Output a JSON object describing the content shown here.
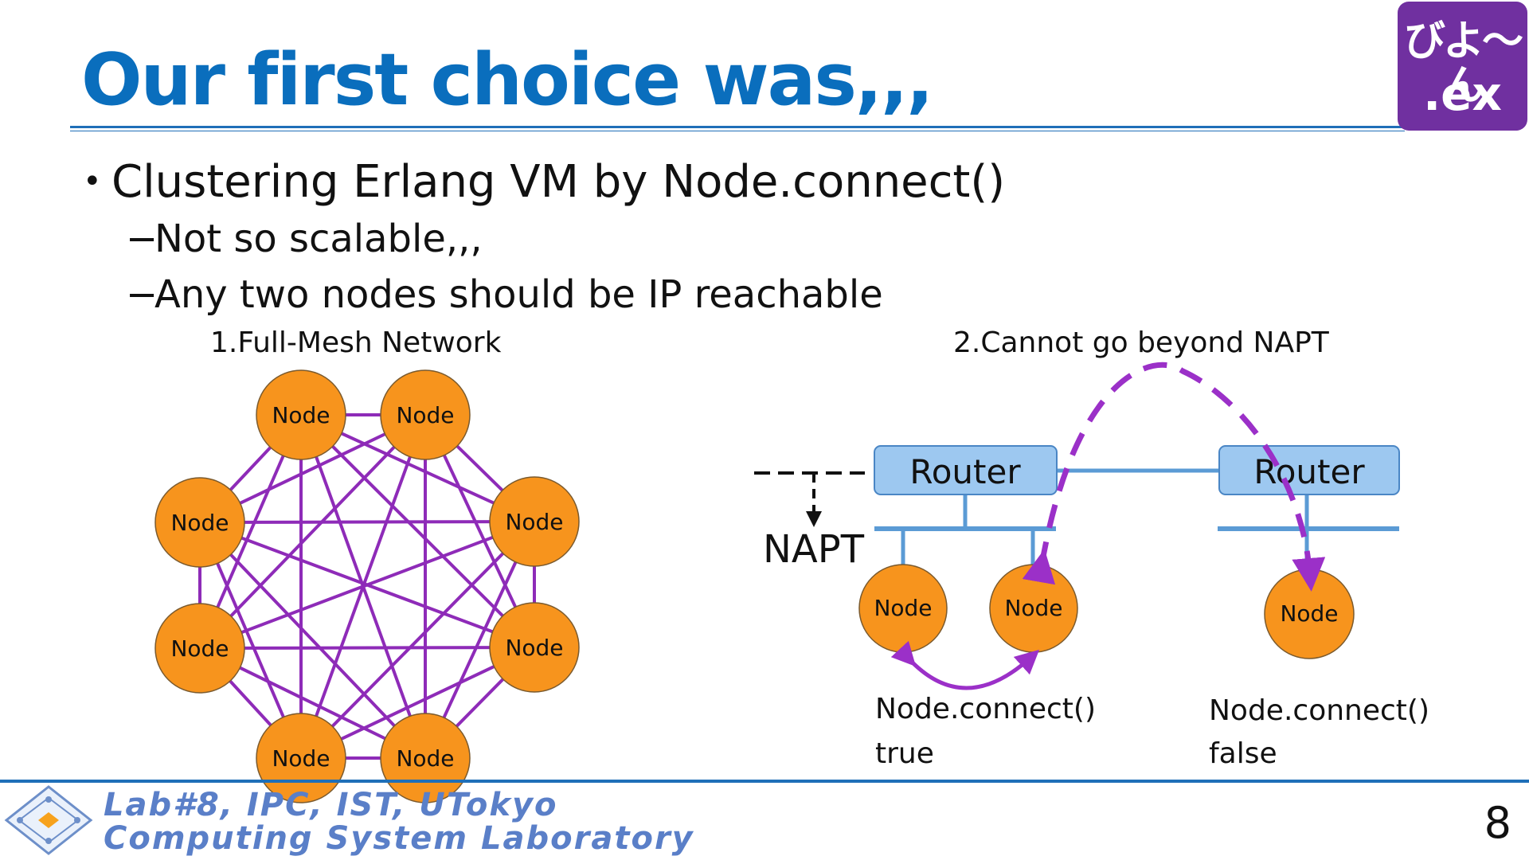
{
  "title": "Our first choice was,,,",
  "logo": {
    "line1": "びよ〜ん",
    "line2": ".ex"
  },
  "bullet": "Clustering Erlang VM by Node.connect()",
  "subbullets": [
    "Not so scalable,,,",
    "Any two nodes should be IP reachable"
  ],
  "diagram1": {
    "caption": "1.Full-Mesh Network",
    "node_label": "Node"
  },
  "diagram2": {
    "caption": "2.Cannot go beyond NAPT",
    "router_label": "Router",
    "napt_label": "NAPT",
    "node_label": "Node",
    "result_true": {
      "call": "Node.connect()",
      "value": "true"
    },
    "result_false": {
      "call": "Node.connect()",
      "value": "false"
    }
  },
  "footer": {
    "lab_line1": "Lab#8, IPC, IST, UTokyo",
    "lab_line2": "Computing System Laboratory",
    "page_number": "8"
  },
  "colors": {
    "title": "#0a6ebd",
    "node_fill": "#f7941d",
    "mesh_line": "#8e2bb8",
    "router_fill": "#9dc8f0",
    "link": "#5b9bd5",
    "arrow": "#9b30c8",
    "logo_bg": "#7030a0"
  }
}
